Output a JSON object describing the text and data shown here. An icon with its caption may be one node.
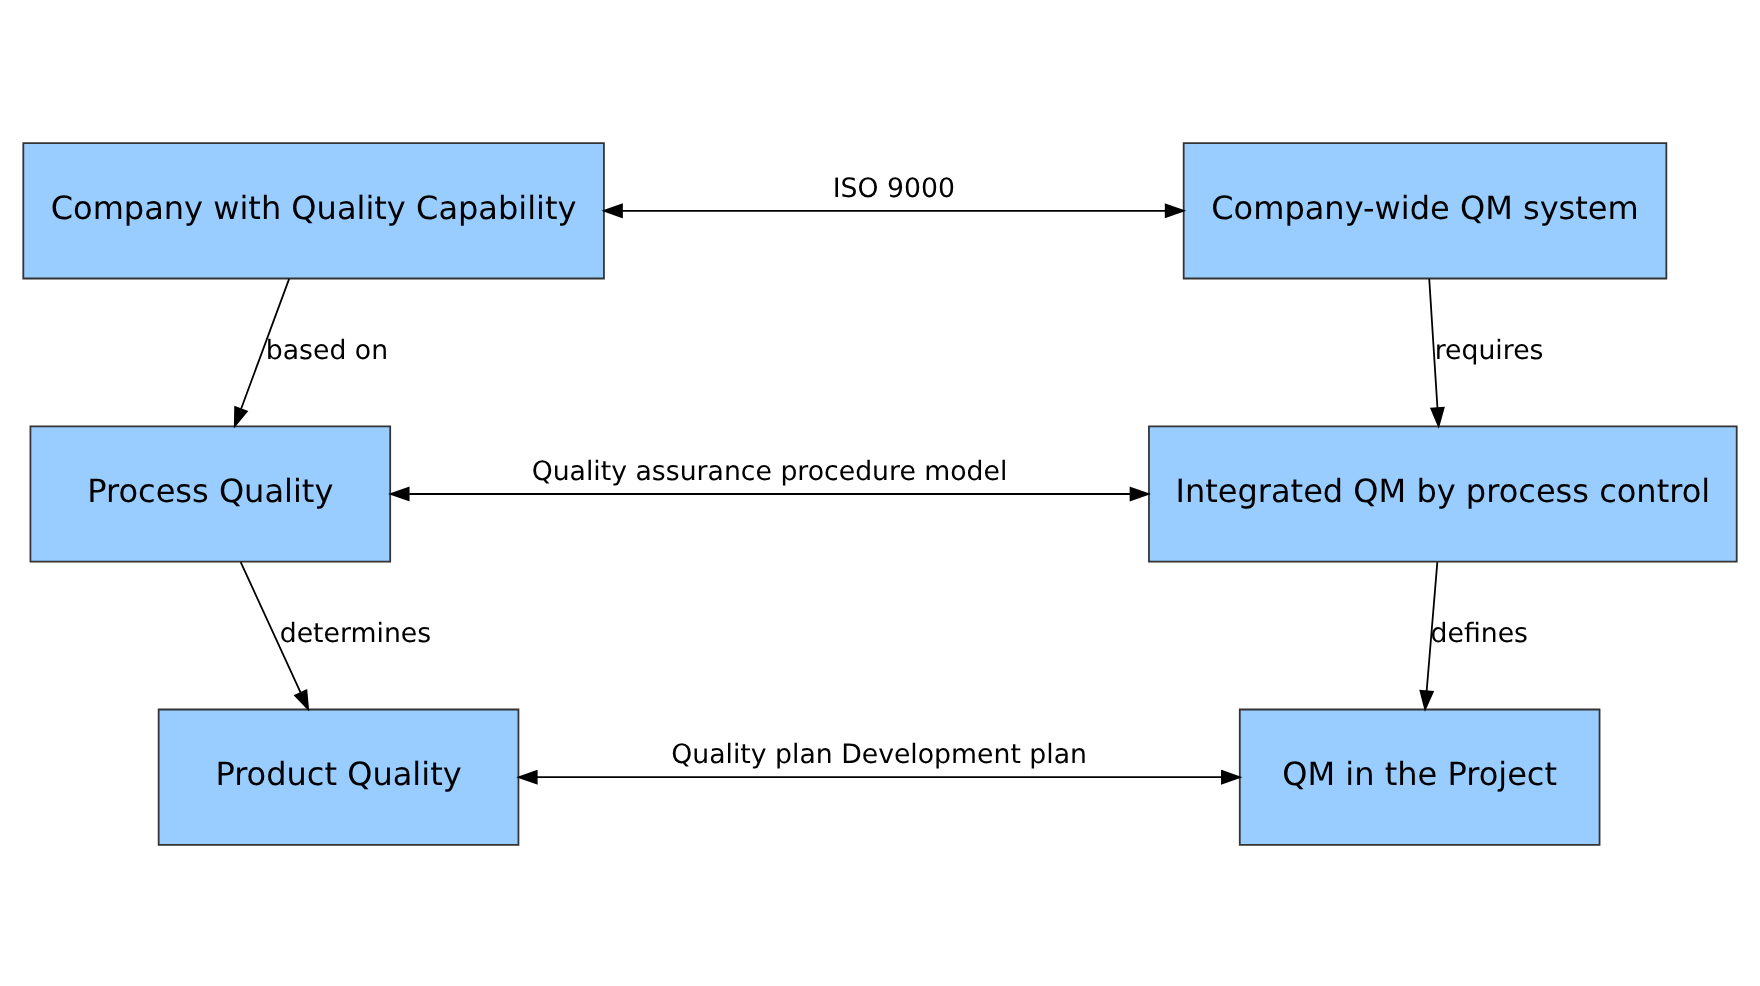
{
  "diagram": {
    "nodes": [
      {
        "text": [
          "Company with Quality Capability"
        ]
      },
      {
        "text": [
          "Company-wide QM system"
        ]
      },
      {
        "text": [
          "Process Quality"
        ]
      },
      {
        "text": [
          "Integrated QM by process control"
        ]
      },
      {
        "text": [
          "Product Quality"
        ]
      },
      {
        "text": [
          "QM in the Project"
        ]
      }
    ],
    "edges": [
      {
        "from": 0,
        "to": 1,
        "arrow": "both",
        "label": "ISO 9000"
      },
      {
        "from": 0,
        "to": 2,
        "arrow": "to",
        "label": "based on"
      },
      {
        "from": 1,
        "to": 3,
        "arrow": "to",
        "label": "requires"
      },
      {
        "from": 2,
        "to": 3,
        "arrow": "both",
        "label": "Quality assurance procedure model"
      },
      {
        "from": 2,
        "to": 4,
        "arrow": "to",
        "label": "determines"
      },
      {
        "from": 3,
        "to": 5,
        "arrow": "to",
        "label": "defines"
      },
      {
        "from": 4,
        "to": 5,
        "arrow": "both",
        "label": "Quality plan Development plan"
      }
    ]
  }
}
